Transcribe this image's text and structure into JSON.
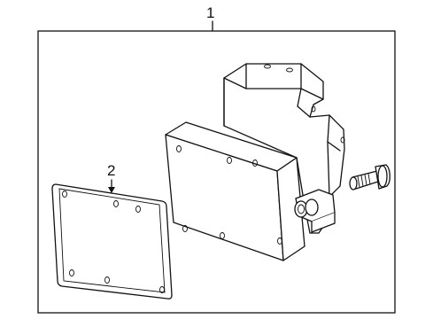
{
  "callouts": [
    {
      "id": "1",
      "label": "1"
    },
    {
      "id": "2",
      "label": "2"
    }
  ],
  "parts": [
    {
      "callout": "1",
      "name": "control-module-assembly"
    },
    {
      "callout": "2",
      "name": "cover-plate"
    }
  ],
  "colors": {
    "line": "#111111",
    "background": "#ffffff"
  }
}
